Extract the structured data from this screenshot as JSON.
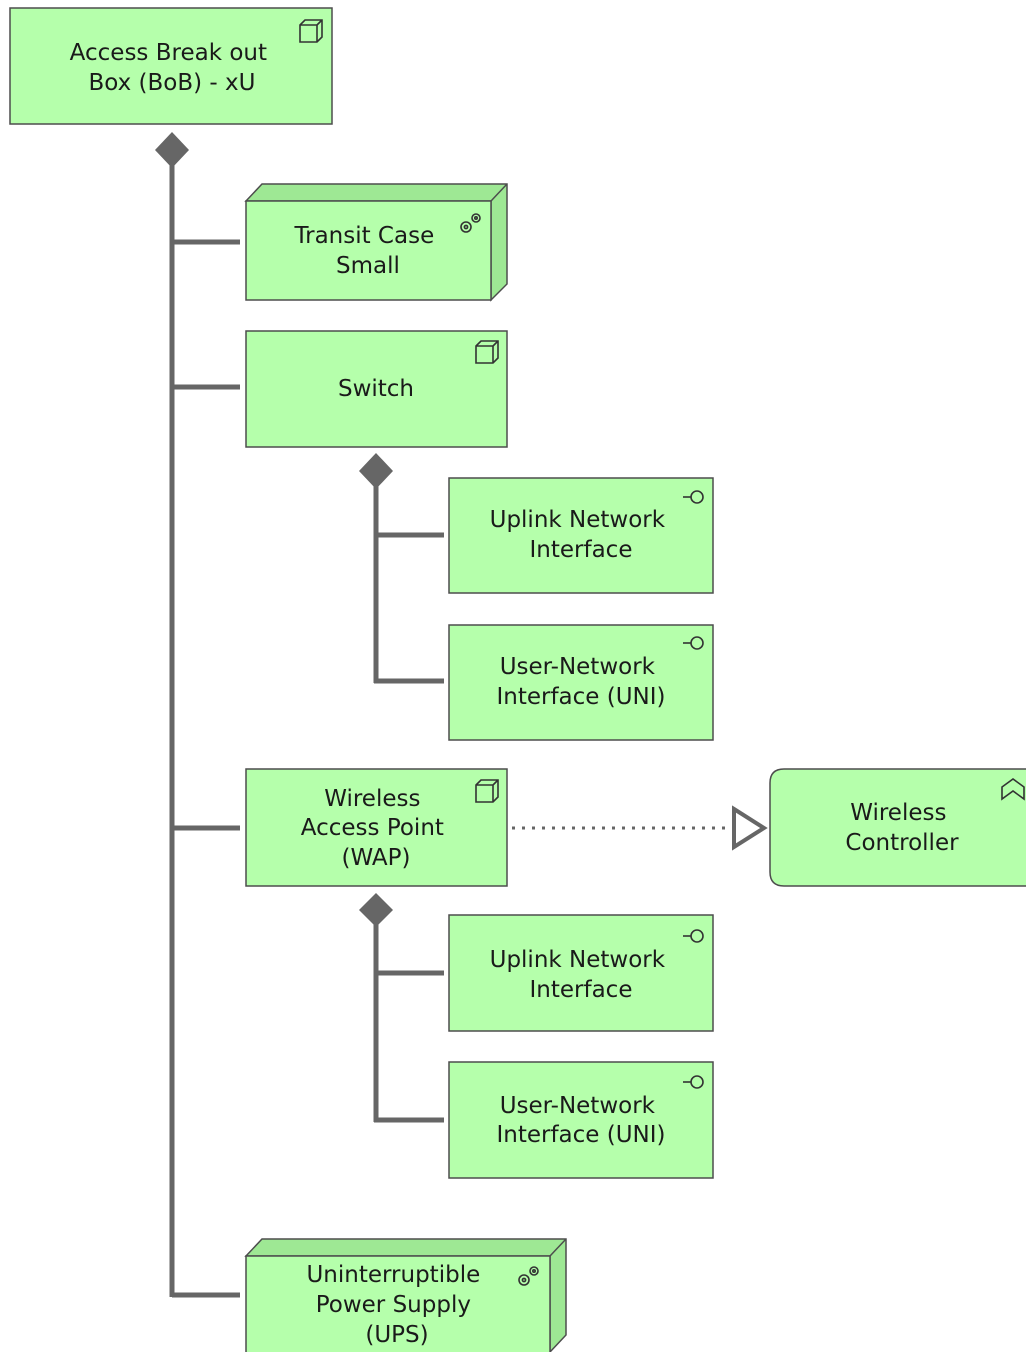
{
  "diagram": {
    "nodes": [
      {
        "id": "bob",
        "type": "node",
        "icon": "node-box-icon",
        "lines": [
          "Access Break out",
          "Box (BoB) - xU"
        ]
      },
      {
        "id": "transit",
        "type": "equipment",
        "icon": "gears-icon",
        "lines": [
          "Transit Case",
          "Small"
        ]
      },
      {
        "id": "switch",
        "type": "node",
        "icon": "node-box-icon",
        "lines": [
          "Switch"
        ]
      },
      {
        "id": "sw-uplink",
        "type": "interface",
        "icon": "interface-lollipop-icon",
        "lines": [
          "Uplink Network",
          "Interface"
        ]
      },
      {
        "id": "sw-uni",
        "type": "interface",
        "icon": "interface-lollipop-icon",
        "lines": [
          "User-Network",
          "Interface (UNI)"
        ]
      },
      {
        "id": "wap",
        "type": "node",
        "icon": "node-box-icon",
        "lines": [
          "Wireless",
          "Access Point",
          "(WAP)"
        ]
      },
      {
        "id": "controller",
        "type": "function",
        "icon": "function-chevron-icon",
        "lines": [
          "Wireless",
          "Controller"
        ]
      },
      {
        "id": "wap-uplink",
        "type": "interface",
        "icon": "interface-lollipop-icon",
        "lines": [
          "Uplink Network",
          "Interface"
        ]
      },
      {
        "id": "wap-uni",
        "type": "interface",
        "icon": "interface-lollipop-icon",
        "lines": [
          "User-Network",
          "Interface (UNI)"
        ]
      },
      {
        "id": "ups",
        "type": "equipment",
        "icon": "gears-icon",
        "lines": [
          "Uninterruptible",
          "Power Supply",
          "(UPS)"
        ]
      }
    ],
    "relations": [
      {
        "type": "composition",
        "from": "bob",
        "to": [
          "transit",
          "switch",
          "wap",
          "ups"
        ]
      },
      {
        "type": "composition",
        "from": "switch",
        "to": [
          "sw-uplink",
          "sw-uni"
        ]
      },
      {
        "type": "composition",
        "from": "wap",
        "to": [
          "wap-uplink",
          "wap-uni"
        ]
      },
      {
        "type": "realization",
        "from": "wap",
        "to": "controller"
      }
    ],
    "colors": {
      "node_fill": "#b5ffab",
      "border": "#4d4d4d",
      "connector": "#666666"
    }
  }
}
